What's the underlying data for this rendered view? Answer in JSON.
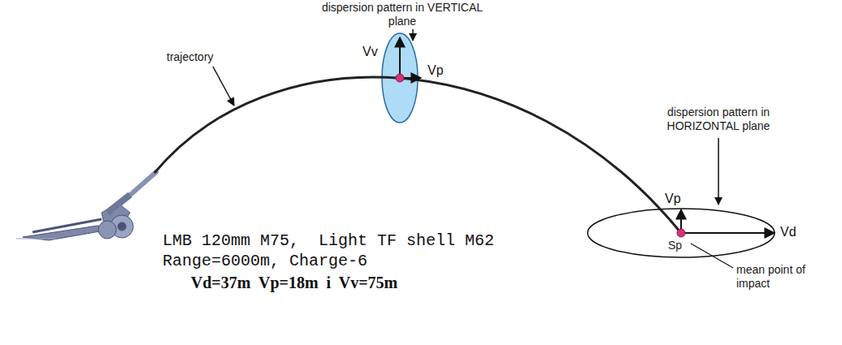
{
  "diagram": {
    "labels": [
      "dispersion pattern in VERTICAL plane",
      "Vv",
      "Vp",
      "trajectory",
      "dispersion pattern in HORIZONTAL plane",
      "Vp",
      "Vd",
      "Sp",
      "mean point of impact",
      "LMB 120mm M75,  Light TF shell M62",
      "Range=6000m, Charge-6",
      "Vd=37m  Vp=18m  i  Vv=75m"
    ]
  }
}
